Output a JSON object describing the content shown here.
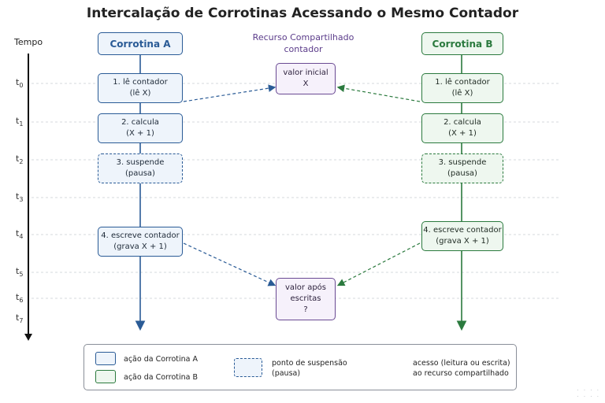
{
  "title": "Intercalação de Corrotinas Acessando o Mesmo Contador",
  "time_axis": {
    "label": "Tempo",
    "ticks": [
      {
        "base": "t",
        "sub": "0"
      },
      {
        "base": "t",
        "sub": "1"
      },
      {
        "base": "t",
        "sub": "2"
      },
      {
        "base": "t",
        "sub": "3"
      },
      {
        "base": "t",
        "sub": "4"
      },
      {
        "base": "t",
        "sub": "5"
      },
      {
        "base": "t",
        "sub": "6"
      },
      {
        "base": "t",
        "sub": "7"
      }
    ]
  },
  "coroutine_a": {
    "header": "Corrotina A",
    "steps": [
      "1. lê contador\n(lê X)",
      "2. calcula\n(X + 1)",
      "3. suspende\n(pausa)",
      "4. escreve contador\n(grava X + 1)"
    ]
  },
  "coroutine_b": {
    "header": "Corrotina B",
    "steps": [
      "1. lê contador\n(lê X)",
      "2. calcula\n(X + 1)",
      "3. suspende\n(pausa)",
      "4. escreve contador\n(grava X + 1)"
    ]
  },
  "resource": {
    "title": "Recurso Compartilhado\ncontador",
    "initial": "valor inicial\nX",
    "after": "valor após\nescritas\n?"
  },
  "legend": {
    "a_action": "ação da Corrotina A",
    "b_action": "ação da Corrotina B",
    "suspend": "ponto de suspensão\n(pausa)",
    "access": "acesso (leitura ou escrita)\nao recurso compartilhado"
  },
  "colors": {
    "a": "#2a5b96",
    "b": "#2b7a3e",
    "resource": "#6a4a93"
  }
}
